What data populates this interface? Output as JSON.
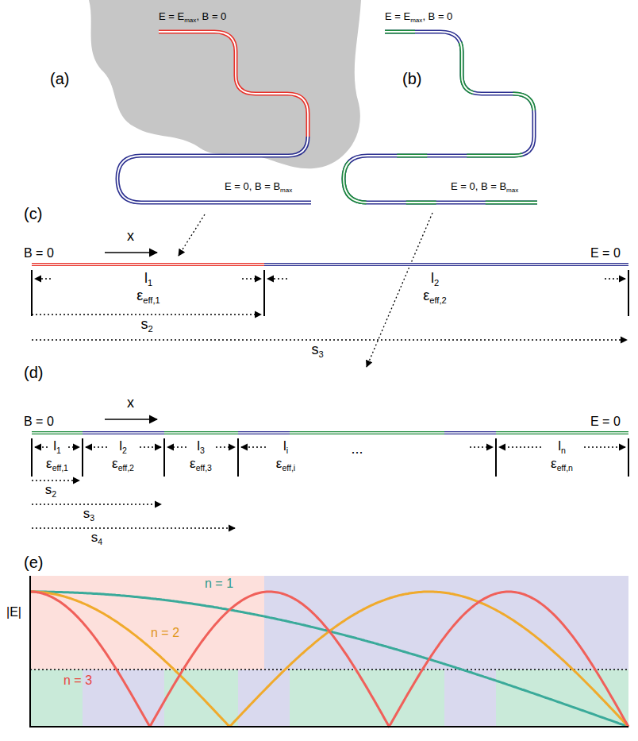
{
  "diagram": {
    "labels": [
      "(a)",
      "E = E",
      "max",
      ", B = 0",
      "(b)",
      "E = E",
      "max",
      ", B = 0",
      "E = 0, B =  B",
      "max",
      "E = 0, B =  B",
      "max",
      "(c)",
      "B = 0",
      "x",
      "E = 0",
      "l",
      "1",
      "ε",
      "eff,1",
      "l",
      "2",
      "ε",
      "eff,2",
      "s",
      "2",
      "s",
      "3",
      "(d)",
      "B = 0",
      "x",
      "E = 0",
      "l",
      "1",
      "ε",
      "eff,1",
      "l",
      "2",
      "ε",
      "eff,2",
      "l",
      "3",
      "ε",
      "eff,3",
      "l",
      "i",
      "ε",
      "eff,i",
      "...",
      "l",
      "n",
      "ε",
      "eff,n",
      "s",
      "2",
      "s",
      "3",
      "s",
      "4",
      "(e)",
      "|E|",
      "n = 1",
      "n = 2",
      "n = 3"
    ]
  }
}
